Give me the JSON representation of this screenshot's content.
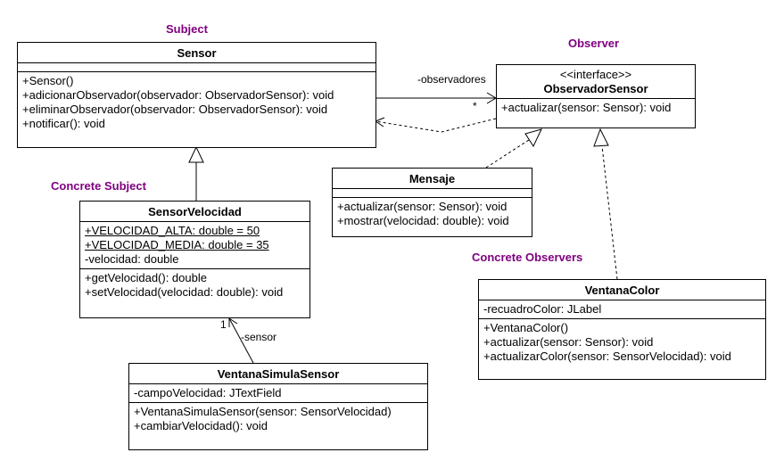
{
  "roles": {
    "subject": "Subject",
    "observer": "Observer",
    "concrete_subject": "Concrete Subject",
    "concrete_observers": "Concrete Observers"
  },
  "classes": {
    "sensor": {
      "name": "Sensor",
      "operations": [
        "+Sensor()",
        "+adicionarObservador(observador: ObservadorSensor): void",
        "+eliminarObservador(observador: ObservadorSensor): void",
        "+notificar(): void"
      ]
    },
    "observador": {
      "stereotype": "<<interface>>",
      "name": "ObservadorSensor",
      "operations": [
        "+actualizar(sensor: Sensor): void"
      ]
    },
    "mensaje": {
      "name": "Mensaje",
      "operations": [
        "+actualizar(sensor: Sensor): void",
        "+mostrar(velocidad: double): void"
      ]
    },
    "sensor_velocidad": {
      "name": "SensorVelocidad",
      "attributes": [
        "+VELOCIDAD_ALTA: double = 50",
        "+VELOCIDAD_MEDIA: double = 35",
        "-velocidad: double"
      ],
      "operations": [
        "+getVelocidad(): double",
        "+setVelocidad(velocidad: double): void"
      ]
    },
    "ventana_color": {
      "name": "VentanaColor",
      "attributes": [
        "-recuadroColor: JLabel"
      ],
      "operations": [
        "+VentanaColor()",
        "+actualizar(sensor: Sensor): void",
        "+actualizarColor(sensor: SensorVelocidad): void"
      ]
    },
    "ventana_simula": {
      "name": "VentanaSimulaSensor",
      "attributes": [
        "-campoVelocidad: JTextField"
      ],
      "operations": [
        "+VentanaSimulaSensor(sensor: SensorVelocidad)",
        "+cambiarVelocidad(): void"
      ]
    }
  },
  "associations": {
    "observadores_role": "-observadores",
    "observadores_mult": "*",
    "sensor_role": "-sensor",
    "sensor_mult": "1"
  }
}
